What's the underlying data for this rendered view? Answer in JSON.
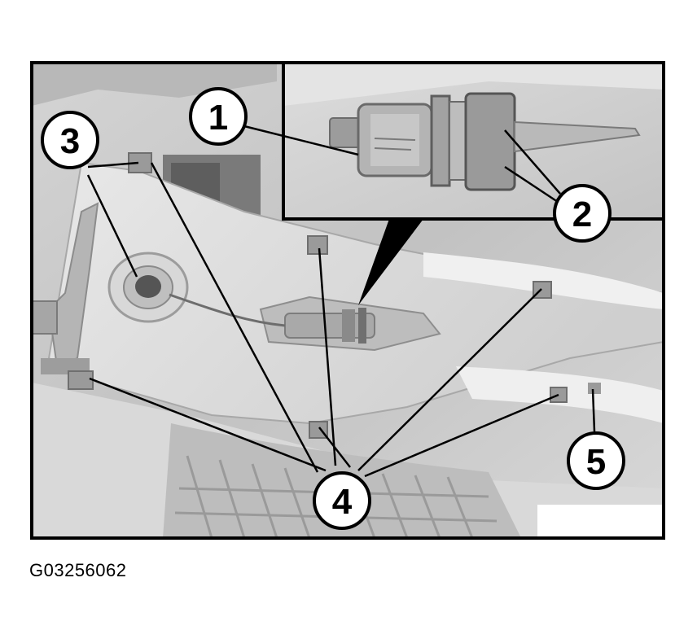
{
  "figure_id": "G03256062",
  "callouts": [
    {
      "label": "1",
      "part": "sensor"
    },
    {
      "label": "2",
      "part": "connector"
    },
    {
      "label": "3",
      "part": "grommet"
    },
    {
      "label": "4",
      "part": "clips"
    },
    {
      "label": "5",
      "part": "trim-edge"
    }
  ],
  "colors": {
    "frame": "#000000",
    "background": "#ffffff",
    "photo_light": "#e6e6e6",
    "photo_mid": "#c9c9c9",
    "photo_dark": "#8f8f8f"
  }
}
